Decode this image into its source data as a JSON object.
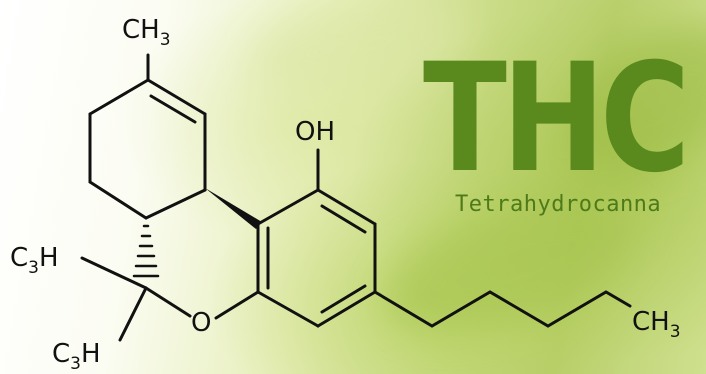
{
  "heading": {
    "title": "THC",
    "subtitle": "Tetrahydrocanna"
  },
  "molecule": {
    "methyl_top": {
      "main": "CH",
      "sub": "3"
    },
    "hydroxyl": "OH",
    "ring_oxygen": "O",
    "methyl_left_upper": {
      "main": "C",
      "sub": "3",
      "tail": "H"
    },
    "methyl_left_lower": {
      "main": "C",
      "sub": "3",
      "tail": "H"
    },
    "pentyl_end": {
      "main": "CH",
      "sub": "3"
    }
  },
  "colors": {
    "title": "#5a8a1e",
    "subtitle": "#4e7a1a",
    "bonds": "#111111"
  }
}
